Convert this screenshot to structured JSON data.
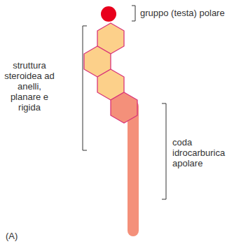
{
  "diagram": {
    "labels": [
      "gruppo (testa) polare",
      "struttura steroidea ad anelli, planare e rigida",
      "coda idrocarburica apolare",
      "(A)"
    ]
  }
}
